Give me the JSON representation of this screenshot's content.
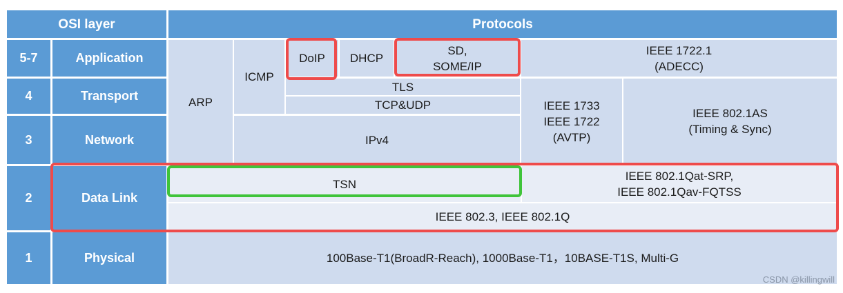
{
  "header": {
    "osi_layer": "OSI layer",
    "protocols": "Protocols"
  },
  "layers": [
    {
      "num": "5-7",
      "name": "Application"
    },
    {
      "num": "4",
      "name": "Transport"
    },
    {
      "num": "3",
      "name": "Network"
    },
    {
      "num": "2",
      "name": "Data Link"
    },
    {
      "num": "1",
      "name": "Physical"
    }
  ],
  "protocols": {
    "arp": "ARP",
    "icmp": "ICMP",
    "doip": "DoIP",
    "dhcp": "DHCP",
    "sd_someip": "SD,\nSOME/IP",
    "ieee_1722_1": "IEEE 1722.1\n(ADECC)",
    "tls": "TLS",
    "tcp_udp": "TCP&UDP",
    "ipv4": "IPv4",
    "avtp": "IEEE 1733\nIEEE 1722\n(AVTP)",
    "ieee_802_1as": "IEEE 802.1AS\n(Timing & Sync)",
    "tsn": "TSN",
    "srp_fqtss": "IEEE 802.1Qat-SRP,\nIEEE 802.1Qav-FQTSS",
    "ieee_802_3": "IEEE 802.3, IEEE 802.1Q",
    "physical": "100Base-T1(BroadR-Reach), 1000Base-T1，10BASE-T1S, Multi-G"
  },
  "colors": {
    "header_blue": "#5b9bd5",
    "cell_light": "#cfdbee",
    "cell_lighter": "#e8edf6",
    "highlight_red": "#ee4b4b",
    "highlight_green": "#3fc43a"
  },
  "watermark": "CSDN @killingwill"
}
